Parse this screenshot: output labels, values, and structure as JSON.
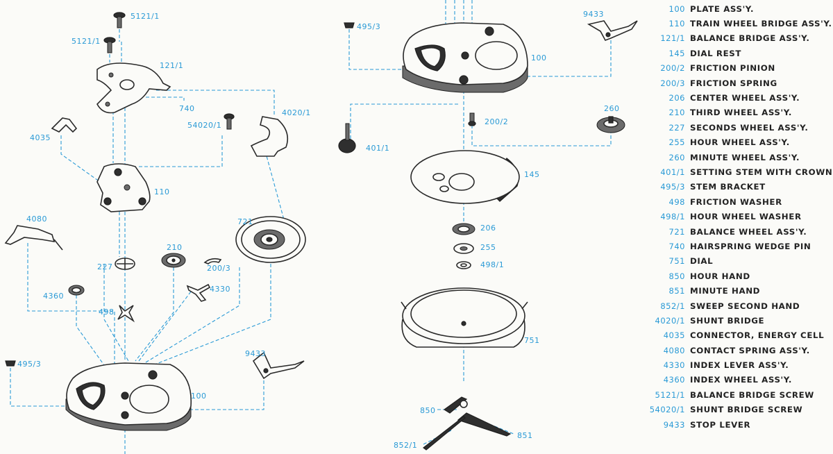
{
  "parts_list": [
    {
      "number": "100",
      "description": "PLATE ASS'Y."
    },
    {
      "number": "110",
      "description": "TRAIN WHEEL BRIDGE ASS'Y."
    },
    {
      "number": "121/1",
      "description": "BALANCE BRIDGE ASS'Y."
    },
    {
      "number": "145",
      "description": "DIAL REST"
    },
    {
      "number": "200/2",
      "description": "FRICTION PINION"
    },
    {
      "number": "200/3",
      "description": "FRICTION SPRING"
    },
    {
      "number": "206",
      "description": "CENTER WHEEL ASS'Y."
    },
    {
      "number": "210",
      "description": "THIRD WHEEL ASS'Y."
    },
    {
      "number": "227",
      "description": "SECONDS WHEEL ASS'Y."
    },
    {
      "number": "255",
      "description": "HOUR WHEEL ASS'Y."
    },
    {
      "number": "260",
      "description": "MINUTE WHEEL ASS'Y."
    },
    {
      "number": "401/1",
      "description": "SETTING STEM WITH CROWN"
    },
    {
      "number": "495/3",
      "description": "STEM BRACKET"
    },
    {
      "number": "498",
      "description": "FRICTION WASHER"
    },
    {
      "number": "498/1",
      "description": "HOUR WHEEL WASHER"
    },
    {
      "number": "721",
      "description": "BALANCE WHEEL ASS'Y."
    },
    {
      "number": "740",
      "description": "HAIRSPRING WEDGE PIN"
    },
    {
      "number": "751",
      "description": "DIAL"
    },
    {
      "number": "850",
      "description": "HOUR HAND"
    },
    {
      "number": "851",
      "description": "MINUTE HAND"
    },
    {
      "number": "852/1",
      "description": "SWEEP SECOND HAND"
    },
    {
      "number": "4020/1",
      "description": "SHUNT BRIDGE"
    },
    {
      "number": "4035",
      "description": "CONNECTOR, ENERGY CELL"
    },
    {
      "number": "4080",
      "description": "CONTACT SPRING ASS'Y."
    },
    {
      "number": "4330",
      "description": "INDEX LEVER ASS'Y."
    },
    {
      "number": "4360",
      "description": "INDEX WHEEL ASS'Y."
    },
    {
      "number": "5121/1",
      "description": "BALANCE BRIDGE SCREW"
    },
    {
      "number": "54020/1",
      "description": "SHUNT BRIDGE SCREW"
    },
    {
      "number": "9433",
      "description": "STOP LEVER"
    }
  ],
  "callouts": {
    "c_5121_top": "5121/1",
    "c_5121_mid": "5121/1",
    "c_121": "121/1",
    "c_740": "740",
    "c_4020": "4020/1",
    "c_54020": "54020/1",
    "c_4035": "4035",
    "c_110": "110",
    "c_4080": "4080",
    "c_721": "721",
    "c_210": "210",
    "c_227": "227",
    "c_200_3": "200/3",
    "c_4330": "4330",
    "c_4360": "4360",
    "c_498": "498",
    "c_9433_left": "9433",
    "c_495_left": "495/3",
    "c_100_left": "100",
    "c_495_right": "495/3",
    "c_9433_right": "9433",
    "c_100_right": "100",
    "c_260": "260",
    "c_200_2": "200/2",
    "c_401": "401/1",
    "c_145": "145",
    "c_206": "206",
    "c_255": "255",
    "c_498_1": "498/1",
    "c_751": "751",
    "c_850": "850",
    "c_851": "851",
    "c_852": "852/1"
  },
  "colors": {
    "callout_blue": "#2a9ad6",
    "part_ink": "#2a2a2a",
    "paper": "#fbfbf8"
  }
}
